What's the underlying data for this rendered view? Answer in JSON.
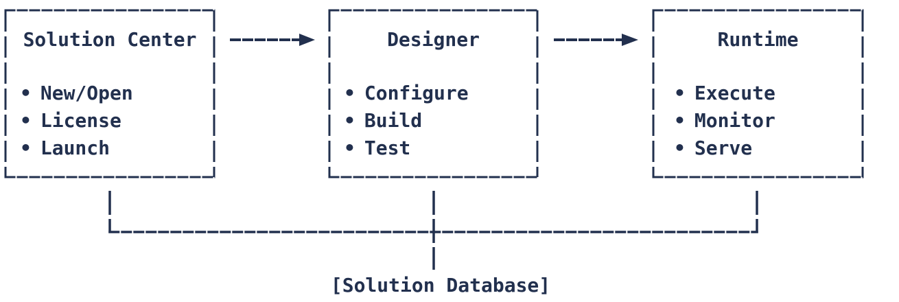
{
  "diagram": {
    "colors": {
      "ink": "#22304e",
      "background": "#ffffff"
    },
    "bullet_glyph": "•",
    "nodes": [
      {
        "title": "Solution Center",
        "items": [
          "New/Open",
          "License",
          "Launch"
        ]
      },
      {
        "title": "Designer",
        "items": [
          "Configure",
          "Build",
          "Test"
        ]
      },
      {
        "title": "Runtime",
        "items": [
          "Execute",
          "Monitor",
          "Serve"
        ]
      }
    ],
    "connections": [
      {
        "from": "Solution Center",
        "to": "Designer",
        "type": "arrow"
      },
      {
        "from": "Designer",
        "to": "Runtime",
        "type": "arrow"
      },
      {
        "from": "Solution Center",
        "to": "Solution Database",
        "type": "line"
      },
      {
        "from": "Designer",
        "to": "Solution Database",
        "type": "line"
      },
      {
        "from": "Runtime",
        "to": "Solution Database",
        "type": "line"
      }
    ],
    "database_label": "[Solution Database]"
  }
}
